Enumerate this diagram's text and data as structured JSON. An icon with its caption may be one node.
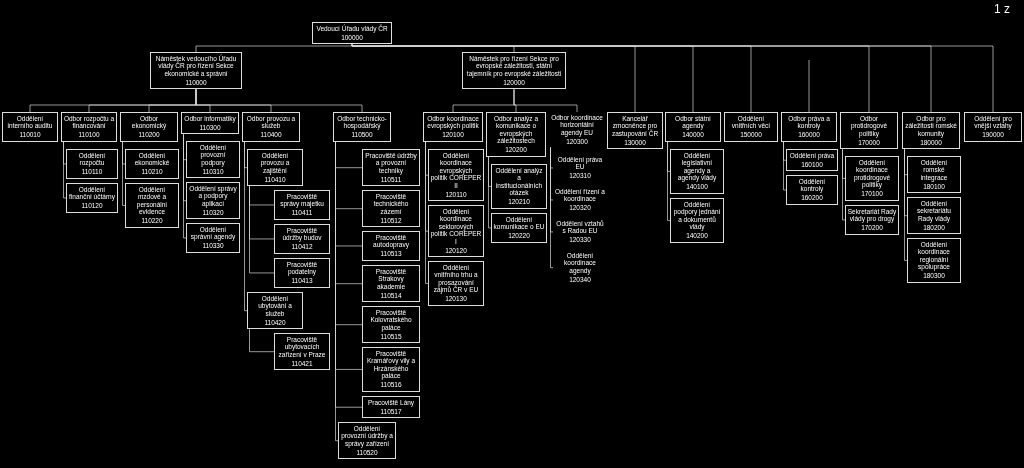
{
  "diagram": {
    "nodes": [
      {
        "text": [
          "Vedoucí Úřadu vlády ČR",
          "100000"
        ]
      },
      {
        "text": [
          "Náměstek vedoucího Úřadu vlády ČR pro řízení Sekce ekonomické a správní",
          "110000"
        ]
      },
      {
        "text": [
          "Náměstek pro řízení Sekce pro evropské záležitosti, státní tajemník pro evropské záležitosti",
          "120000"
        ]
      },
      {
        "text": [
          "Oddělení interního auditu",
          "110010"
        ]
      },
      {
        "text": [
          "Odbor rozpočtu a financování",
          "110100"
        ]
      },
      {
        "text": [
          "Oddělení rozpočtu",
          "110110"
        ]
      },
      {
        "text": [
          "Oddělení finanční účtárny",
          "110120"
        ]
      },
      {
        "text": [
          "Odbor ekonomický",
          "110200"
        ]
      },
      {
        "text": [
          "Oddělení ekonomické",
          "110210"
        ]
      },
      {
        "text": [
          "Oddělení mzdové a personální evidence",
          "110220"
        ]
      },
      {
        "text": [
          "Odbor informatiky",
          "110300"
        ]
      },
      {
        "text": [
          "Oddělení provozní podpory",
          "110310"
        ]
      },
      {
        "text": [
          "Oddělení správy a podpory aplikací",
          "110320"
        ]
      },
      {
        "text": [
          "Oddělení správní agendy",
          "110330"
        ]
      },
      {
        "text": [
          "Odbor provozu a služeb",
          "110400"
        ]
      },
      {
        "text": [
          "Oddělení provozu a zajištění",
          "110410"
        ]
      },
      {
        "text": [
          "Pracoviště správy majetku",
          "110411"
        ]
      },
      {
        "text": [
          "Pracoviště údržby budov",
          "110412"
        ]
      },
      {
        "text": [
          "Pracoviště podatelny",
          "110413"
        ]
      },
      {
        "text": [
          "Oddělení ubytování a služeb",
          "110420"
        ]
      },
      {
        "text": [
          "Pracoviště ubytovacích zařízení v Praze",
          "110421"
        ]
      },
      {
        "text": [
          "Odbor technicko-hospodářský",
          "110500"
        ]
      },
      {
        "text": [
          "Pracoviště údržby a provozní techniky",
          "110511"
        ]
      },
      {
        "text": [
          "Pracoviště technického zázemí",
          "110512"
        ]
      },
      {
        "text": [
          "Pracoviště autodopravy",
          "110513"
        ]
      },
      {
        "text": [
          "Pracoviště Strakovy akademie",
          "110514"
        ]
      },
      {
        "text": [
          "Pracoviště Kolovratského paláce",
          "110515"
        ]
      },
      {
        "text": [
          "Pracoviště Kramářovy vily a Hrzánského paláce",
          "110516"
        ]
      },
      {
        "text": [
          "Pracoviště Lány",
          "110517"
        ]
      },
      {
        "text": [
          "Oddělení provozní údržby a správy zařízení",
          "110520"
        ]
      },
      {
        "text": [
          "Odbor koordinace evropských politik",
          "120100"
        ]
      },
      {
        "text": [
          "Oddělení koordinace evropských politik COREPER II",
          "120110"
        ]
      },
      {
        "text": [
          "Oddělení koordinace sektorových politik COREPER I",
          "120120"
        ]
      },
      {
        "text": [
          "Oddělení vnitřního trhu a prosazování zájmů ČR v EU",
          "120130"
        ]
      },
      {
        "text": [
          "Odbor analýz a komunikace o evropských záležitostech",
          "120200"
        ]
      },
      {
        "text": [
          "Oddělení analýz a institucionálních otázek",
          "120210"
        ]
      },
      {
        "text": [
          "Oddělení komunikace o EU",
          "120220"
        ]
      },
      {
        "text": [
          "Odbor koordinace horizontální agendy EU",
          "120300"
        ]
      },
      {
        "text": [
          "Oddělení práva EU",
          "120310"
        ]
      },
      {
        "text": [
          "Oddělení řízení a koordinace",
          "120320"
        ]
      },
      {
        "text": [
          "Oddělení vztahů s Radou EU",
          "120330"
        ]
      },
      {
        "text": [
          "Oddělení koordinace agendy",
          "120340"
        ]
      },
      {
        "text": [
          "Kancelář zmocněnce pro zastupování ČR",
          "130000"
        ]
      },
      {
        "text": [
          "Odbor státní agendy",
          "140000"
        ]
      },
      {
        "text": [
          "Oddělení legislativní agendy a agendy vlády",
          "140100"
        ]
      },
      {
        "text": [
          "Oddělení podpory jednání a dokumentů vlády",
          "140200"
        ]
      },
      {
        "text": [
          "Oddělení vnitřních věcí",
          "150000"
        ]
      },
      {
        "text": [
          "Odbor práva a kontroly",
          "160000"
        ]
      },
      {
        "text": [
          "Oddělení práva",
          "160100"
        ]
      },
      {
        "text": [
          "Oddělení kontroly",
          "160200"
        ]
      },
      {
        "text": [
          "Odbor protidrogové politiky",
          "170000"
        ]
      },
      {
        "text": [
          "Oddělení koordinace protidrogové politiky",
          "170100"
        ]
      },
      {
        "text": [
          "Sekretariát Rady vlády pro drogy",
          "170200"
        ]
      },
      {
        "text": [
          "Odbor pro záležitosti romské komunity",
          "180000"
        ]
      },
      {
        "text": [
          "Oddělení romské integrace",
          "180100"
        ]
      },
      {
        "text": [
          "Oddělení sekretariátu Rady vlády",
          "180200"
        ]
      },
      {
        "text": [
          "Oddělení koordinace regionální spolupráce",
          "180300"
        ]
      },
      {
        "text": [
          "Oddělení pro vnější vztahy",
          "190000"
        ]
      }
    ],
    "edges": [
      {
        "from": 0,
        "to": 1,
        "arrow": "none"
      },
      {
        "from": 0,
        "to": 2,
        "arrow": "none"
      },
      {
        "from": 1,
        "to": 3,
        "arrow": "none"
      },
      {
        "from": 1,
        "to": 4,
        "arrow": "none"
      },
      {
        "from": 1,
        "to": 7,
        "arrow": "none"
      },
      {
        "from": 1,
        "to": 10,
        "arrow": "none"
      },
      {
        "from": 1,
        "to": 14,
        "arrow": "none"
      },
      {
        "from": 1,
        "to": 21,
        "arrow": "none"
      },
      {
        "from": 4,
        "to": 5,
        "arrow": "none"
      },
      {
        "from": 4,
        "to": 6,
        "arrow": "none"
      },
      {
        "from": 7,
        "to": 8,
        "arrow": "none"
      },
      {
        "from": 7,
        "to": 9,
        "arrow": "none"
      },
      {
        "from": 10,
        "to": 11,
        "arrow": "none"
      },
      {
        "from": 10,
        "to": 12,
        "arrow": "none"
      },
      {
        "from": 10,
        "to": 13,
        "arrow": "none"
      },
      {
        "from": 14,
        "to": 15,
        "arrow": "none"
      },
      {
        "from": 14,
        "to": 19,
        "arrow": "none"
      },
      {
        "from": 15,
        "to": 16,
        "arrow": "none"
      },
      {
        "from": 15,
        "to": 17,
        "arrow": "none"
      },
      {
        "from": 15,
        "to": 18,
        "arrow": "none"
      },
      {
        "from": 19,
        "to": 20,
        "arrow": "none"
      },
      {
        "from": 21,
        "to": 22,
        "arrow": "none"
      },
      {
        "from": 21,
        "to": 23,
        "arrow": "none"
      },
      {
        "from": 21,
        "to": 24,
        "arrow": "none"
      },
      {
        "from": 21,
        "to": 25,
        "arrow": "none"
      },
      {
        "from": 21,
        "to": 26,
        "arrow": "none"
      },
      {
        "from": 21,
        "to": 27,
        "arrow": "none"
      },
      {
        "from": 21,
        "to": 28,
        "arrow": "none"
      },
      {
        "from": 21,
        "to": 29,
        "arrow": "none"
      },
      {
        "from": 2,
        "to": 30,
        "arrow": "none"
      },
      {
        "from": 2,
        "to": 34,
        "arrow": "none"
      },
      {
        "from": 2,
        "to": 37,
        "arrow": "none"
      },
      {
        "from": 30,
        "to": 31,
        "arrow": "none"
      },
      {
        "from": 30,
        "to": 32,
        "arrow": "none"
      },
      {
        "from": 30,
        "to": 33,
        "arrow": "none"
      },
      {
        "from": 34,
        "to": 35,
        "arrow": "none"
      },
      {
        "from": 34,
        "to": 36,
        "arrow": "none"
      },
      {
        "from": 37,
        "to": 38,
        "arrow": "none"
      },
      {
        "from": 37,
        "to": 39,
        "arrow": "none"
      },
      {
        "from": 37,
        "to": 40,
        "arrow": "none"
      },
      {
        "from": 37,
        "to": 41,
        "arrow": "none"
      },
      {
        "from": 0,
        "to": 42,
        "arrow": "none"
      },
      {
        "from": 0,
        "to": 43,
        "arrow": "none"
      },
      {
        "from": 43,
        "to": 44,
        "arrow": "none"
      },
      {
        "from": 43,
        "to": 45,
        "arrow": "none"
      },
      {
        "from": 0,
        "to": 46,
        "arrow": "none"
      },
      {
        "from": null,
        "to": 47,
        "arrow": "none"
      },
      {
        "from": 47,
        "to": 48,
        "arrow": "none"
      },
      {
        "from": 47,
        "to": 49,
        "arrow": "none"
      },
      {
        "from": 0,
        "to": 50,
        "arrow": "none"
      },
      {
        "from": 50,
        "to": 51,
        "arrow": "none"
      },
      {
        "from": 50,
        "to": 52,
        "arrow": "none"
      },
      {
        "from": 0,
        "to": 53,
        "arrow": "none"
      },
      {
        "from": 53,
        "to": 54,
        "arrow": "none"
      },
      {
        "from": 53,
        "to": 55,
        "arrow": "none"
      },
      {
        "from": 53,
        "to": 56,
        "arrow": "none"
      },
      {
        "from": 0,
        "to": 57,
        "arrow": "none"
      }
    ],
    "labels": [
      "1 z"
    ]
  }
}
